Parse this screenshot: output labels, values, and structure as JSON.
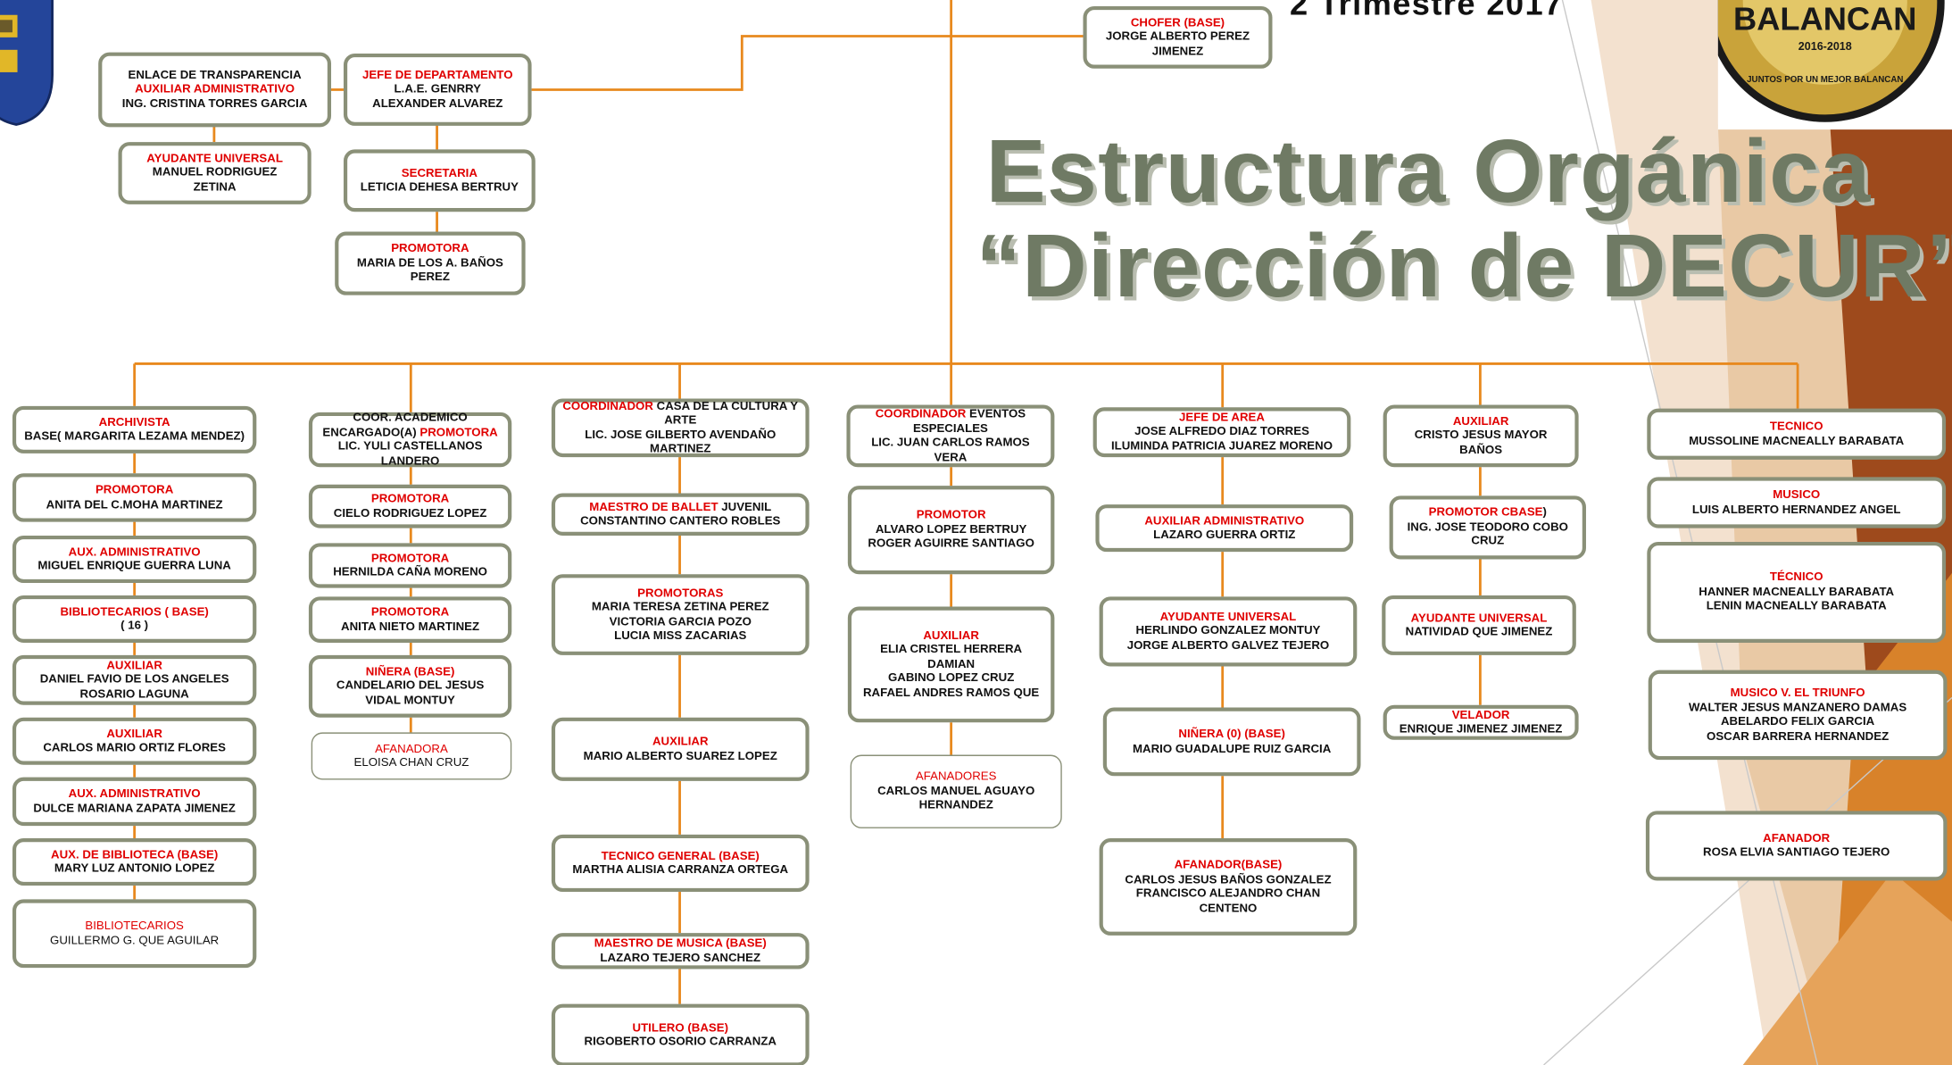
{
  "header": {
    "period": "2 Trimestre 2017",
    "title_line1": "Estructura Orgánica",
    "title_line2": "“Dirección  de DECUR”",
    "seal_text": "BALANCAN",
    "seal_years": "2016-2018",
    "seal_motto": "JUNTOS POR UN MEJOR BALANCAN"
  },
  "colors": {
    "connector": "#e8891e",
    "box_border": "#8a9078",
    "role_text": "#e00000",
    "title_text": "#6f7a64",
    "accent_dark": "#9e4a1c",
    "accent_orange": "#d8822a"
  },
  "org": {
    "top": {
      "chofer": {
        "role": "CHOFER (BASE)",
        "name": "JORGE ALBERTO PEREZ JIMENEZ"
      },
      "enlace": {
        "line1": "ENLACE DE TRANSPARENCIA",
        "role": "AUXILIAR ADMINISTRATIVO",
        "name": "ING. CRISTINA TORRES GARCIA"
      },
      "jefe_depto": {
        "role": "JEFE DE DEPARTAMENTO",
        "name1": "L.A.E. GENRRY",
        "name2": "ALEXANDER ALVAREZ"
      },
      "ayudante": {
        "role": "AYUDANTE UNIVERSAL",
        "name1": "MANUEL RODRIGUEZ",
        "name2": "ZETINA"
      },
      "secretaria": {
        "role": "SECRETARIA",
        "name": "LETICIA DEHESA BERTRUY"
      },
      "promotora": {
        "role": "PROMOTORA",
        "name1": "MARIA DE LOS A. BAÑOS",
        "name2": "PEREZ"
      }
    },
    "col1": [
      {
        "role": "ARCHIVISTA",
        "name": "BASE( MARGARITA LEZAMA MENDEZ)"
      },
      {
        "role": "PROMOTORA",
        "name": "ANITA DEL C.MOHA MARTINEZ"
      },
      {
        "role": "AUX. ADMINISTRATIVO",
        "name": "MIGUEL ENRIQUE GUERRA LUNA"
      },
      {
        "role": "BIBLIOTECARIOS ( BASE)",
        "name": "( 16 )"
      },
      {
        "role": "AUXILIAR",
        "name1": "DANIEL FAVIO DE LOS ANGELES",
        "name2": "ROSARIO LAGUNA"
      },
      {
        "role": "AUXILIAR",
        "name": "CARLOS MARIO ORTIZ FLORES"
      },
      {
        "role": "AUX. ADMINISTRATIVO",
        "name": "DULCE MARIANA ZAPATA JIMENEZ"
      },
      {
        "role": "AUX. DE BIBLIOTECA (BASE)",
        "name": "MARY LUZ ANTONIO LOPEZ"
      },
      {
        "role": "BIBLIOTECARIOS",
        "name": "GUILLERMO G. QUE AGUILAR"
      }
    ],
    "col2": [
      {
        "line1": "COOR. ACADEMICO",
        "line2a": "ENCARGADO(A) ",
        "role": "PROMOTORA",
        "name1": "LIC. YULI CASTELLANOS",
        "name2": "LANDERO"
      },
      {
        "role": "PROMOTORA",
        "name": "CIELO RODRIGUEZ LOPEZ"
      },
      {
        "role": "PROMOTORA",
        "name": "HERNILDA CAÑA MORENO"
      },
      {
        "role": "PROMOTORA",
        "name": "ANITA NIETO MARTINEZ"
      },
      {
        "role": "NIÑERA (BASE)",
        "name1": "CANDELARIO DEL JESUS",
        "name2": "VIDAL MONTUY"
      },
      {
        "role": "AFANADORA",
        "name": "ELOISA CHAN CRUZ"
      }
    ],
    "col3": [
      {
        "role": "COORDINADOR",
        "line1b": " CASA DE LA CULTURA Y",
        "line2": "ARTE",
        "name1": "LIC. JOSE GILBERTO AVENDAÑO",
        "name2": "MARTINEZ"
      },
      {
        "role": "MAESTRO DE BALLET",
        "line1b": " JUVENIL",
        "name": "CONSTANTINO CANTERO ROBLES"
      },
      {
        "role": "PROMOTORAS",
        "name1": "MARIA TERESA ZETINA PEREZ",
        "name2": "VICTORIA GARCIA POZO",
        "name3": "LUCIA MISS ZACARIAS"
      },
      {
        "role": "AUXILIAR",
        "name": "MARIO ALBERTO  SUAREZ LOPEZ"
      },
      {
        "role": "TECNICO GENERAL  (BASE)",
        "name": "MARTHA ALISIA CARRANZA ORTEGA"
      },
      {
        "role": "MAESTRO DE MUSICA (BASE)",
        "name": "LAZARO TEJERO SANCHEZ"
      },
      {
        "role": "UTILERO (BASE)",
        "name": "RIGOBERTO OSORIO CARRANZA"
      }
    ],
    "col4": [
      {
        "role": "COORDINADOR",
        "line1b": "  EVENTOS",
        "line2": "ESPECIALES",
        "name1": "LIC. JUAN CARLOS RAMOS",
        "name2": "VERA"
      },
      {
        "role": "PROMOTOR",
        "name1": "ALVARO LOPEZ BERTRUY",
        "name2": "ROGER AGUIRRE SANTIAGO"
      },
      {
        "role": "AUXILIAR",
        "name1": "ELIA CRISTEL HERRERA",
        "name2": "DAMIAN",
        "name3": "GABINO LOPEZ CRUZ",
        "name4": "RAFAEL ANDRES RAMOS QUE"
      },
      {
        "role": "AFANADORES",
        "name1": "CARLOS MANUEL AGUAYO",
        "name2": "HERNANDEZ"
      }
    ],
    "col5": [
      {
        "role": "JEFE DE AREA",
        "name1": "JOSE ALFREDO DIAZ TORRES",
        "name2": "ILUMINDA PATRICIA JUAREZ MORENO"
      },
      {
        "role": "AUXILIAR ADMINISTRATIVO",
        "name": "LAZARO GUERRA ORTIZ"
      },
      {
        "role": "AYUDANTE UNIVERSAL",
        "name1": "HERLINDO GONZALEZ MONTUY",
        "name2": "JORGE ALBERTO GALVEZ TEJERO"
      },
      {
        "role": "NIÑERA (0) (BASE)",
        "name": "MARIO GUADALUPE RUIZ GARCIA"
      },
      {
        "role": "AFANADOR(BASE)",
        "name1": "CARLOS JESUS BAÑOS GONZALEZ",
        "name2": "FRANCISCO ALEJANDRO CHAN",
        "name3": "CENTENO"
      }
    ],
    "col6": [
      {
        "role": "AUXILIAR",
        "name1": "CRISTO JESUS MAYOR",
        "name2": "BAÑOS"
      },
      {
        "role": "PROMOTOR CBASE",
        "role_tail": ")",
        "name1": "ING. JOSE TEODORO COBO",
        "name2": "CRUZ"
      },
      {
        "role": "AYUDANTE UNIVERSAL",
        "name": "NATIVIDAD QUE JIMENEZ"
      },
      {
        "role": "VELADOR",
        "name": "ENRIQUE JIMENEZ JIMENEZ"
      }
    ],
    "col7": [
      {
        "role": "TECNICO",
        "name": "MUSSOLINE MACNEALLY BARABATA"
      },
      {
        "role": "MUSICO",
        "name": "LUIS ALBERTO HERNANDEZ ANGEL"
      },
      {
        "role": "TÉCNICO",
        "name1": "HANNER MACNEALLY BARABATA",
        "name2": "LENIN MACNEALLY BARABATA"
      },
      {
        "role": "MUSICO V. EL TRIUNFO",
        "name1": "WALTER JESUS MANZANERO DAMAS",
        "name2": "ABELARDO FELIX GARCIA",
        "name3": "OSCAR BARRERA HERNANDEZ"
      },
      {
        "role": "AFANADOR",
        "name": "ROSA ELVIA SANTIAGO TEJERO"
      }
    ]
  }
}
